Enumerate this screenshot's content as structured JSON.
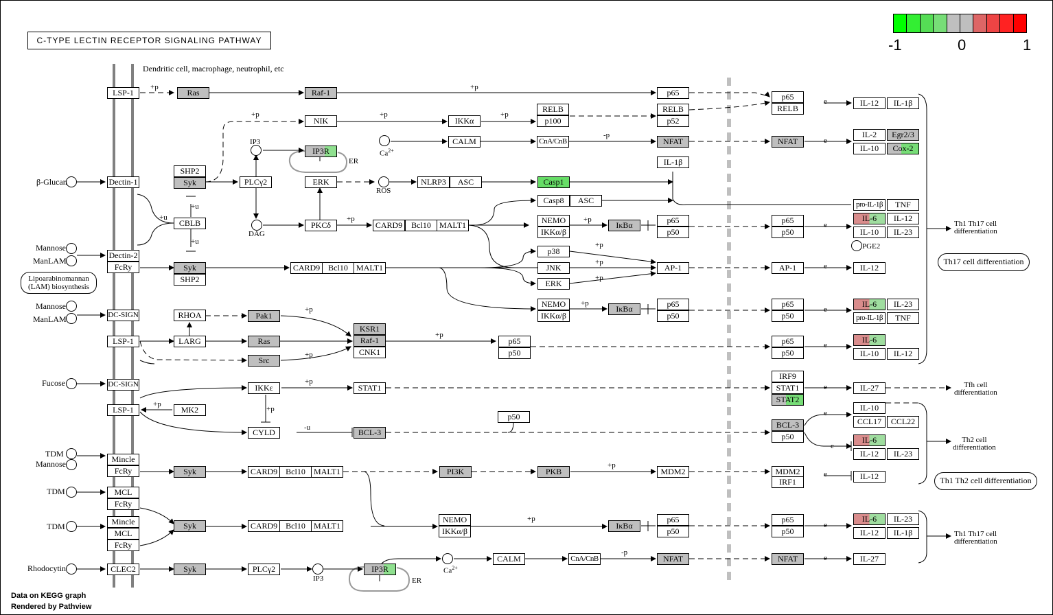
{
  "title": "C-TYPE LECTIN RECEPTOR SIGNALING PATHWAY",
  "scale": {
    "colors": [
      "#00ff00",
      "#33ee33",
      "#55dd55",
      "#77dd77",
      "#bfbfbf",
      "#bfbfbf",
      "#dd6666",
      "#ee4444",
      "#ff2222",
      "#ff0000"
    ],
    "min_label": "-1",
    "mid_label": "0",
    "max_label": "1"
  },
  "footer": {
    "line1": "Data on KEGG graph",
    "line2": "Rendered by  Pathview"
  },
  "labels": {
    "cell_types": "Dendritic cell, macrophage, neutrophil, etc",
    "beta_glucan": "β-Glucan",
    "mannose": "Mannose",
    "manlam": "ManLAM",
    "lam_biosynthesis": "Lipoarabinomannan\n(LAM) biosynthesis",
    "fucose": "Fucose",
    "tdm": "TDM",
    "rhodocytin": "Rhodocytin",
    "ip3": "IP3",
    "ca2": "Ca",
    "ca_sup": "2+",
    "dag": "DAG",
    "ros": "ROS",
    "er": "ER",
    "pge2": "PGE2",
    "p": "+p",
    "mp": "-p",
    "pu": "+u",
    "mu": "-u",
    "e": "e",
    "th1_th17": "Th1 Th17 cell\ndifferentiation",
    "th17": "Th17 cell differentiation",
    "tfh": "Tfh cell\ndifferentiation",
    "th2": "Th2 cell\ndifferentiation",
    "th1_th2": "Th1 Th2  cell differentiation"
  },
  "genes": {
    "LSP1": "LSP-1",
    "Ras": "Ras",
    "Raf1": "Raf-1",
    "p65": "p65",
    "RELB": "RELB",
    "p100": "p100",
    "p52": "p52",
    "NIK": "NIK",
    "IKKa": "IKKα",
    "IP3R": "IP3R",
    "CALM": "CALM",
    "CnACnB": "CnA/CnB",
    "NFAT": "NFAT",
    "IL1b": "IL-1β",
    "Dectin1": "Dectin-1",
    "SHP2": "SHP2",
    "Syk": "Syk",
    "PLCg2": "PLCγ2",
    "ERK": "ERK",
    "NLRP3": "NLRP3",
    "ASC": "ASC",
    "Casp1": "Casp1",
    "Casp8": "Casp8",
    "CBLB": "CBLB",
    "PKCd": "PKCδ",
    "CARD9": "CARD9",
    "Bcl10": "Bcl10",
    "MALT1": "MALT1",
    "NEMO": "NEMO",
    "IKKab": "IKKα/β",
    "IkBa": "IκBα",
    "p50": "p50",
    "Dectin2": "Dectin-2",
    "FcRy": "FcRy",
    "p38": "p38",
    "JNK": "JNK",
    "AP1": "AP-1",
    "DCSIGN": "DC-SIGN",
    "RHOA": "RHOA",
    "Pak1": "Pak1",
    "KSR1": "KSR1",
    "CNK1": "CNK1",
    "LARG": "LARG",
    "Src": "Src",
    "IKKe": "IKKε",
    "STAT1": "STAT1",
    "IRF9": "IRF9",
    "STAT2": "STAT2",
    "MK2": "MK2",
    "CYLD": "CYLD",
    "BCL3": "BCL-3",
    "Mincle": "Mincle",
    "PI3K": "PI3K",
    "PKB": "PKB",
    "MDM2": "MDM2",
    "IRF1": "IRF1",
    "MCL": "MCL",
    "CLEC2": "CLEC2",
    "IL12": "IL-12",
    "IL2": "IL-2",
    "Egr23": "Egr2/3",
    "IL10": "IL-10",
    "Cox2": "Cox-2",
    "proIL1b": "pro-IL-1β",
    "TNF": "TNF",
    "IL6": "IL-6",
    "IL23": "IL-23",
    "IL27": "IL-27",
    "CCL17": "CCL17",
    "CCL22": "CCL22"
  }
}
